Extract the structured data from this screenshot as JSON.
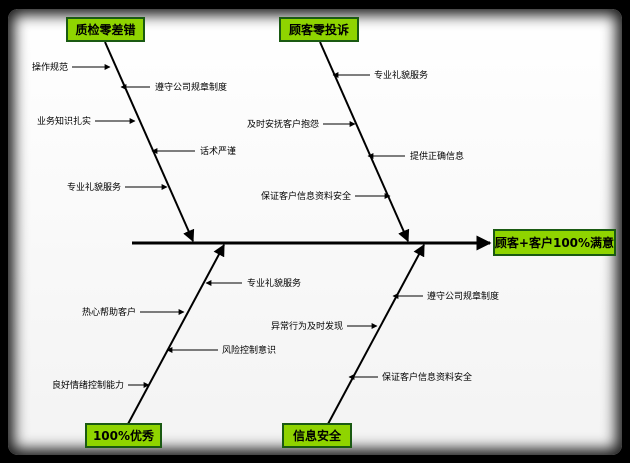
{
  "head": {
    "label": "顾客+客户100%满意"
  },
  "categories": {
    "top_left": {
      "label": "质检零差错",
      "causes": [
        "操作规范",
        "遵守公司规章制度",
        "业务知识扎实",
        "话术严谨",
        "专业礼貌服务"
      ]
    },
    "top_right": {
      "label": "顾客零投诉",
      "causes": [
        "专业礼貌服务",
        "及时安抚客户抱怨",
        "提供正确信息",
        "保证客户信息资料安全"
      ]
    },
    "bottom_left": {
      "label": "100%优秀",
      "causes": [
        "专业礼貌服务",
        "热心帮助客户",
        "风险控制意识",
        "良好情绪控制能力"
      ]
    },
    "bottom_right": {
      "label": "信息安全",
      "causes": [
        "遵守公司规章制度",
        "异常行为及时发现",
        "保证客户信息资料安全"
      ]
    }
  },
  "colors": {
    "box_fill": "#8fd400",
    "box_border": "#1a5a12",
    "line": "#000000"
  }
}
